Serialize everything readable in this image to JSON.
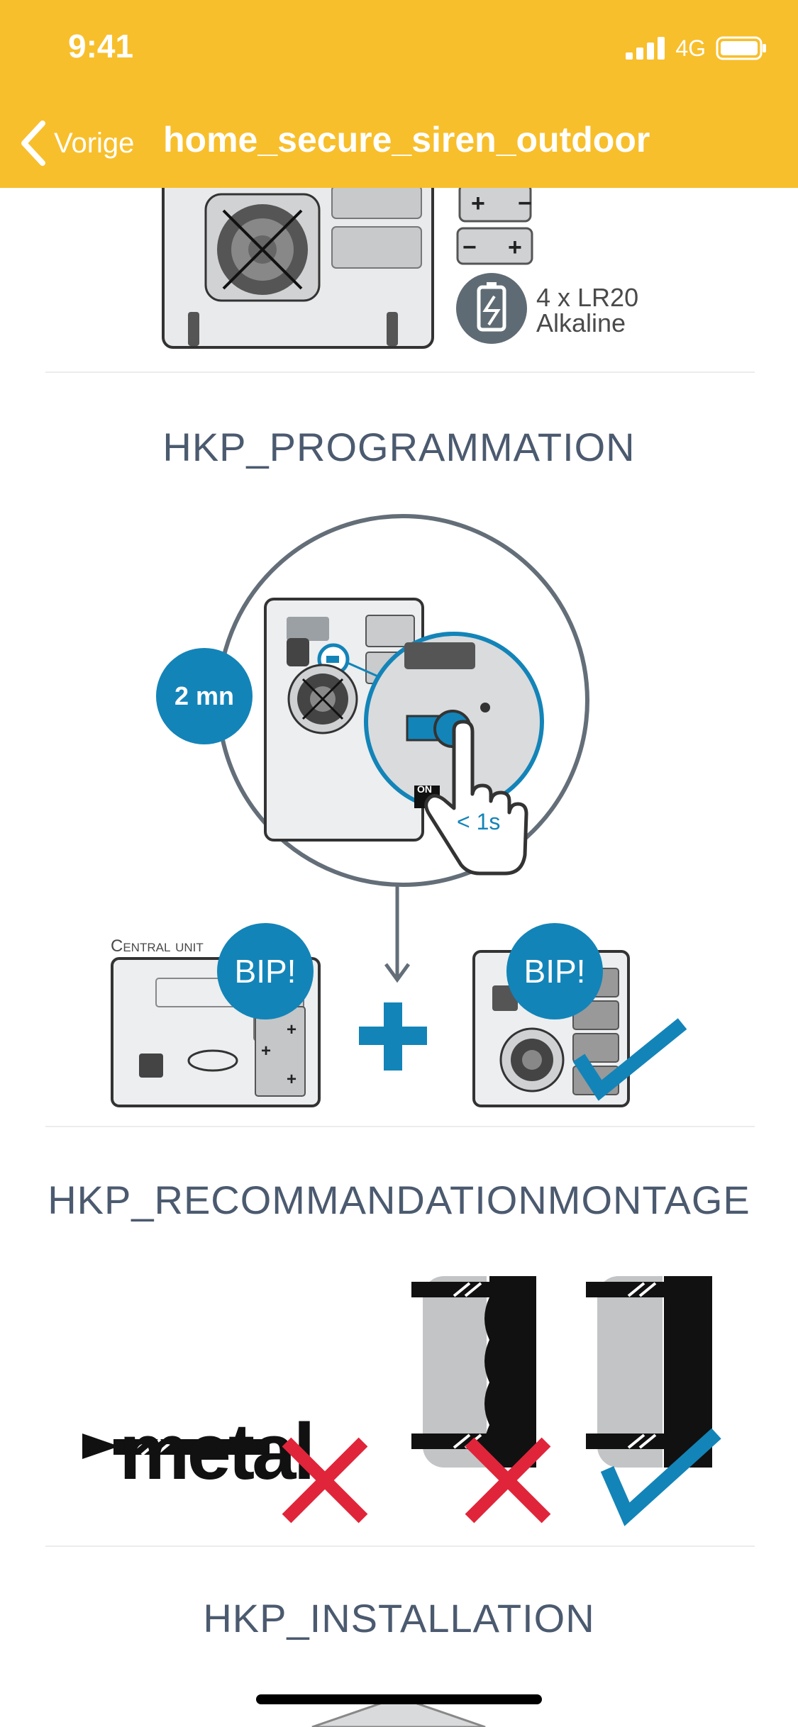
{
  "status_bar": {
    "time": "9:41",
    "network": "4G"
  },
  "nav": {
    "back_label": "Vorige",
    "title": "home_secure_siren_outdoor"
  },
  "battery_section": {
    "battery_spec_line1": "4 x LR20",
    "battery_spec_line2": "Alkaline"
  },
  "programmation": {
    "heading": "HKP_PROGRAMMATION",
    "timer_label": "2 mn",
    "press_label": "< 1s",
    "switch_label": "ON",
    "central_unit_label": "Central unit",
    "beep_left": "BIP!",
    "beep_right": "BIP!"
  },
  "recommendation": {
    "heading": "HKP_RECOMMANDATIONMONTAGE",
    "metal_label": "metal"
  },
  "installation": {
    "heading": "HKP_INSTALLATION"
  },
  "colors": {
    "header": "#f8bf2c",
    "accent_blue": "#1384b8",
    "cross_red": "#e0253a",
    "heading_text": "#4b5a6f"
  },
  "icons": [
    "chevron-left-icon",
    "signal-icon",
    "battery-icon",
    "battery-cell-icon",
    "hand-press-icon",
    "plus-icon",
    "check-icon",
    "cross-icon"
  ]
}
